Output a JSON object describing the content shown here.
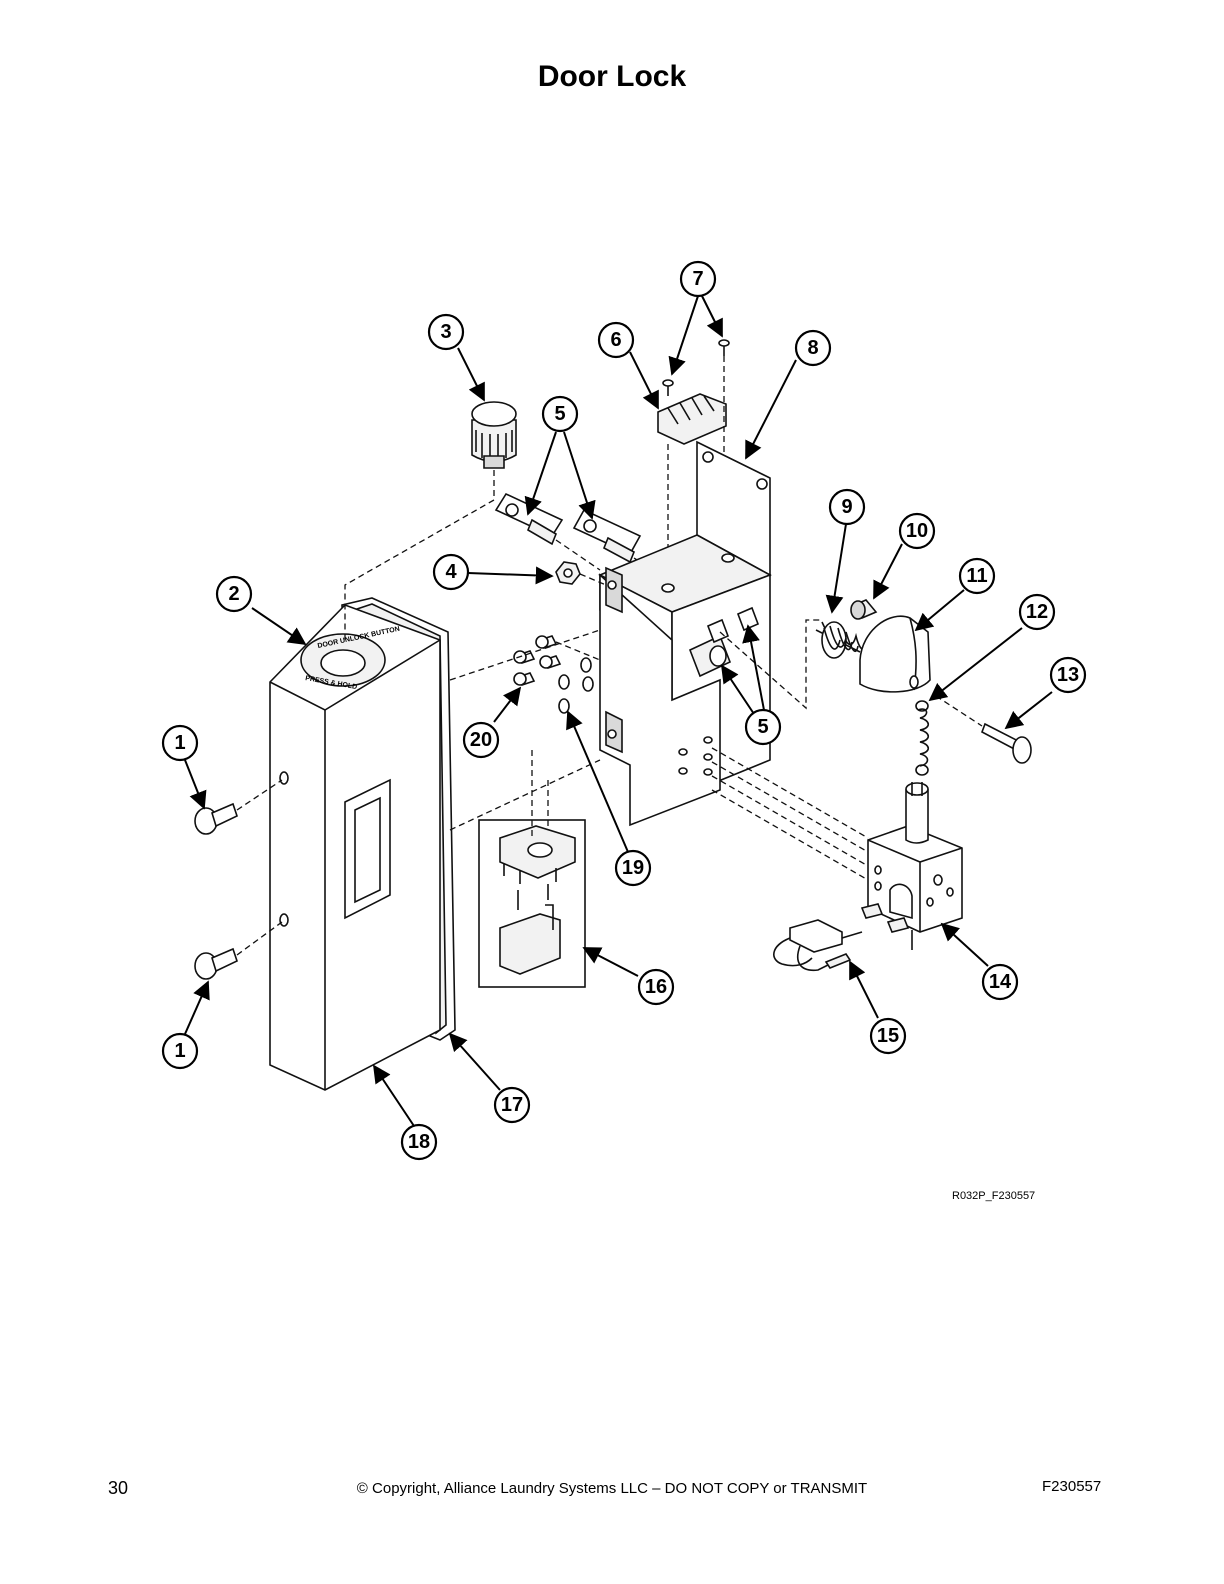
{
  "page": {
    "title": "Door Lock",
    "figure_code": "R032P_F230557",
    "page_number": "30",
    "copyright": "© Copyright, Alliance Laundry Systems LLC – DO NOT COPY or TRANSMIT",
    "doc_code": "F230557"
  },
  "diagram": {
    "button_ring_text_top": "DOOR UNLOCK BUTTON",
    "button_ring_text_bottom": "PRESS & HOLD",
    "callouts": {
      "c1a": "1",
      "c1b": "1",
      "c2": "2",
      "c3": "3",
      "c4": "4",
      "c5a": "5",
      "c5b": "5",
      "c6": "6",
      "c7": "7",
      "c8": "8",
      "c9": "9",
      "c10": "10",
      "c11": "11",
      "c12": "12",
      "c13": "13",
      "c14": "14",
      "c15": "15",
      "c16": "16",
      "c17": "17",
      "c18": "18",
      "c19": "19",
      "c20": "20"
    }
  }
}
